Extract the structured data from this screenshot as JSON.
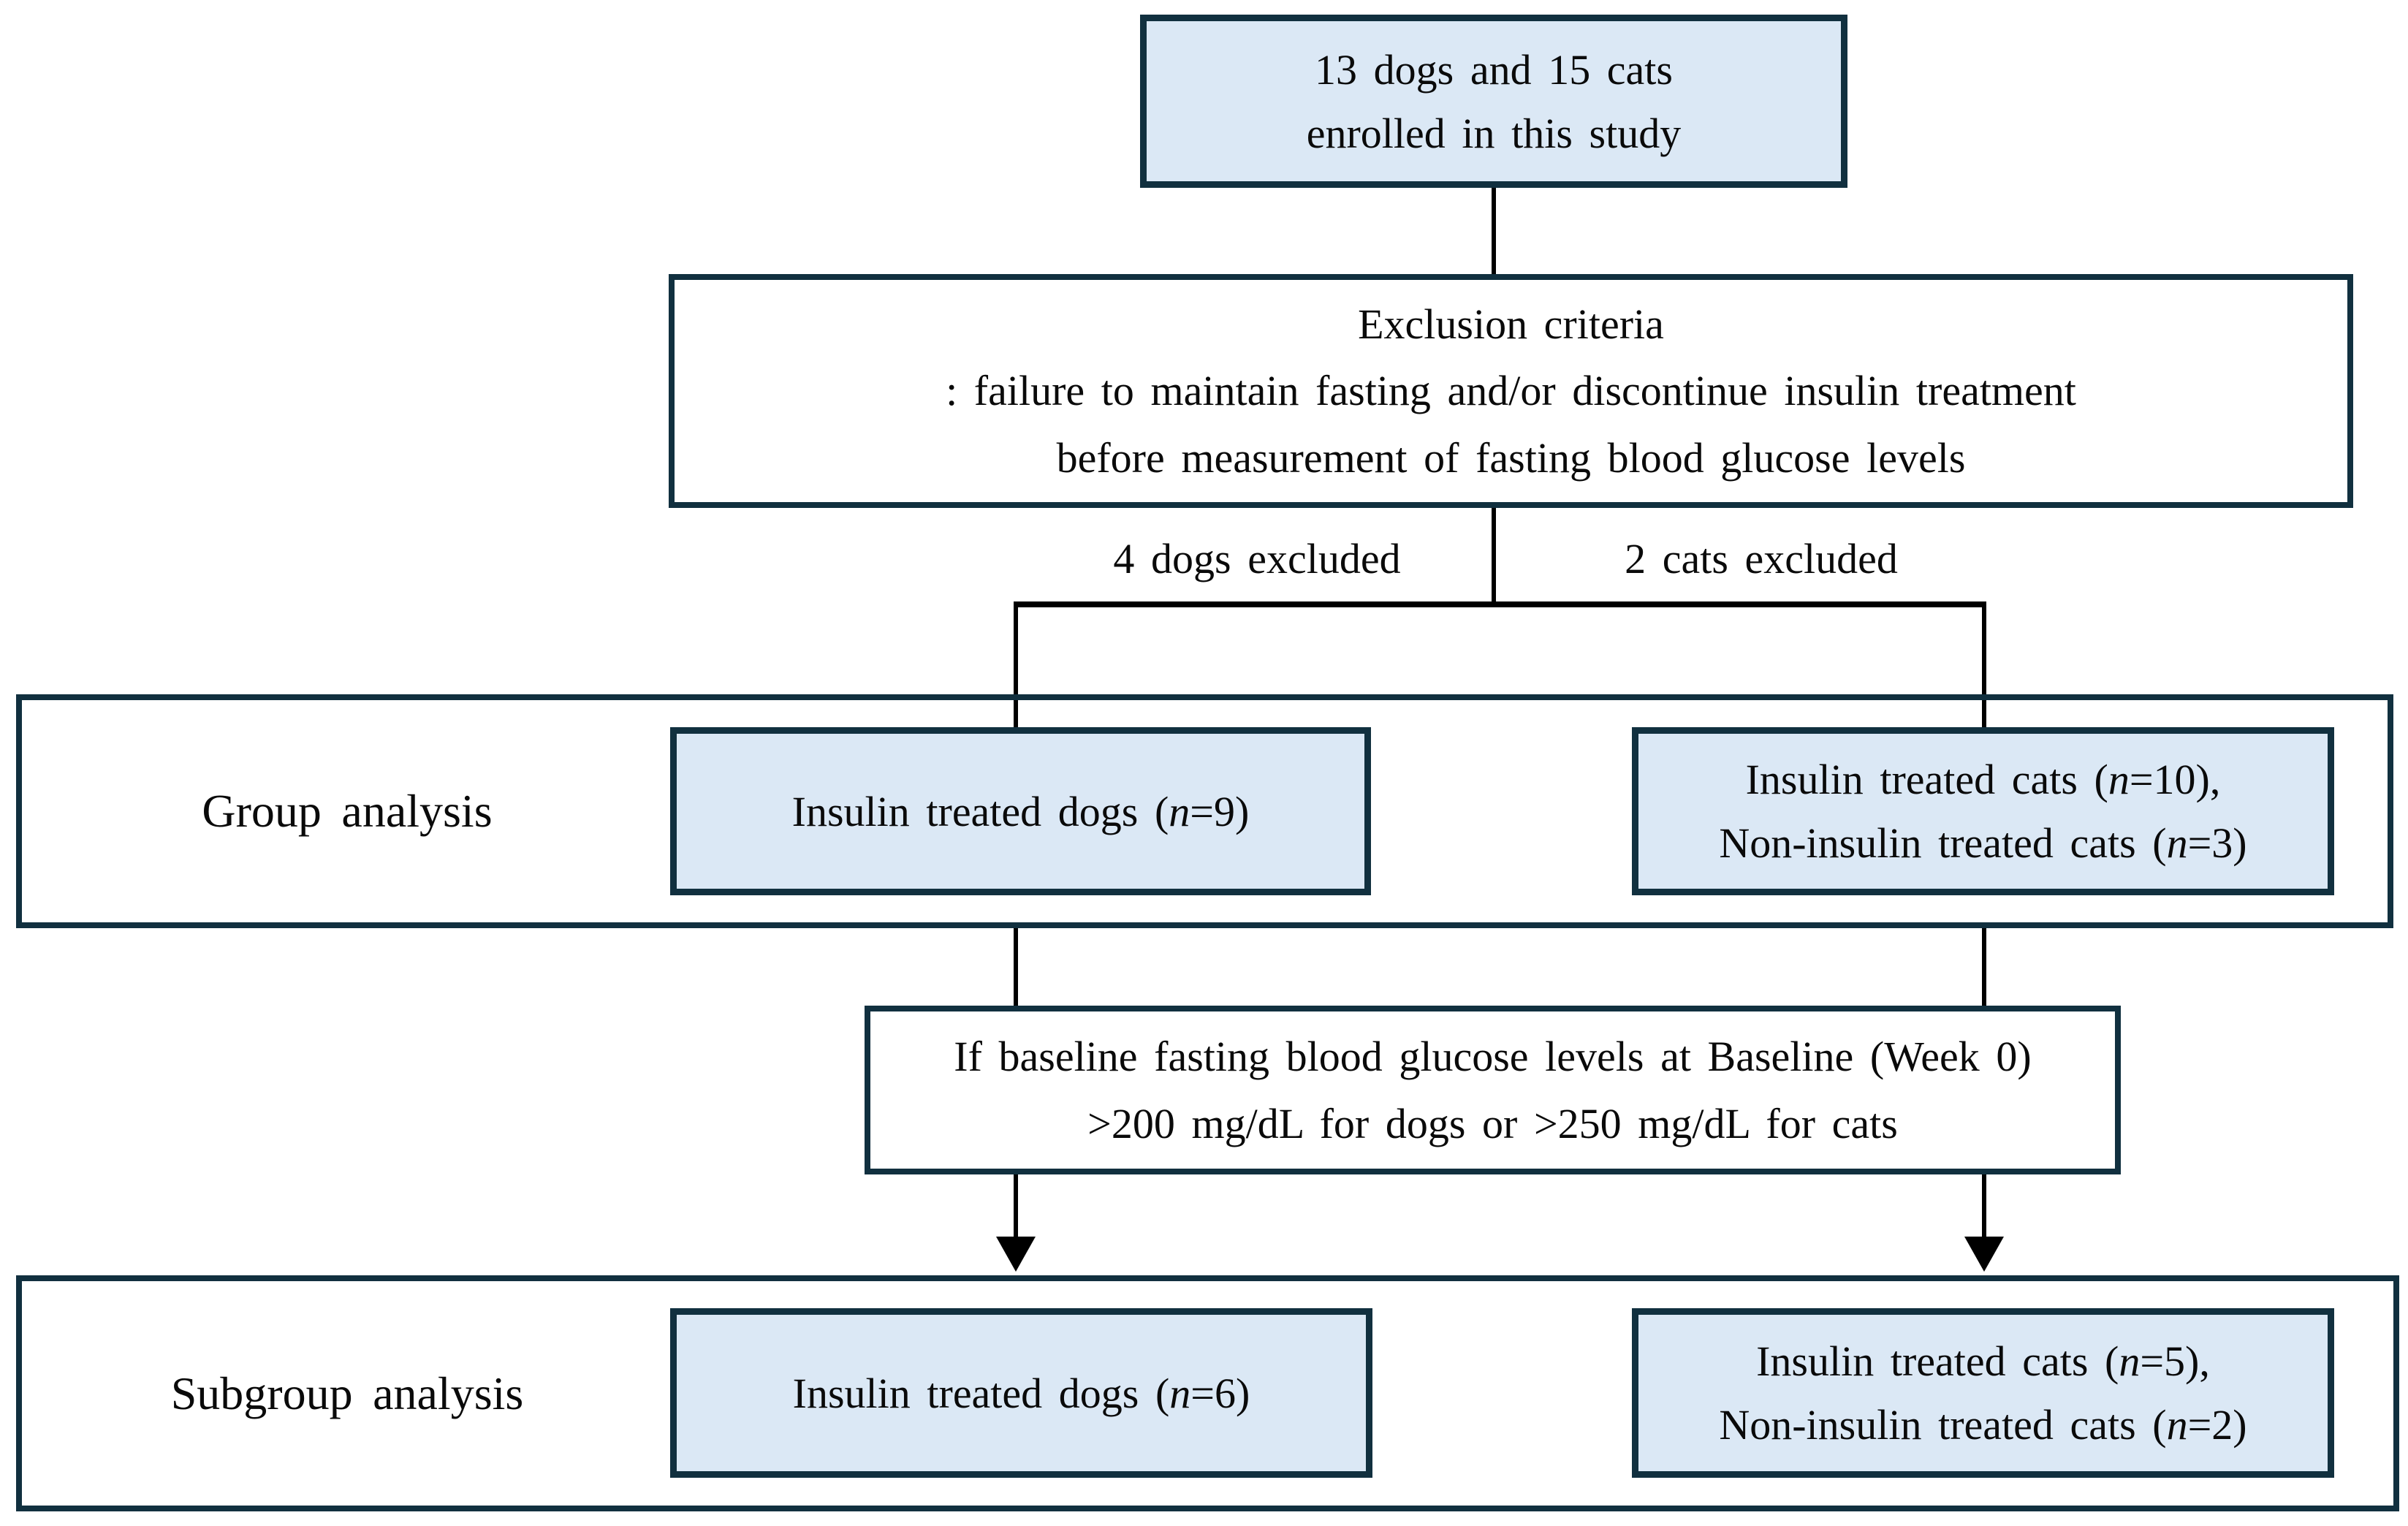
{
  "diagram": {
    "enrollment_box": {
      "line1": "13 dogs and 15 cats",
      "line2": "enrolled in this study"
    },
    "exclusion_box": {
      "line1": "Exclusion criteria",
      "line2": ": failure to maintain fasting and/or discontinue insulin treatment",
      "line3": "before measurement of fasting blood glucose levels"
    },
    "excluded_left_label": "4 dogs excluded",
    "excluded_right_label": "2 cats excluded",
    "group_row": {
      "label": "Group analysis",
      "dogs_box": {
        "pre": "Insulin treated dogs (",
        "var": "n",
        "post": "=9)"
      },
      "cats_box": {
        "line1": {
          "pre": "Insulin treated cats (",
          "var": "n",
          "post": "=10),"
        },
        "line2": {
          "pre": "Non-insulin treated cats (",
          "var": "n",
          "post": "=3)"
        }
      }
    },
    "condition_box": {
      "line1": "If baseline fasting blood glucose levels at Baseline (Week 0)",
      "line2": ">200 mg/dL for dogs or >250 mg/dL for cats"
    },
    "subgroup_row": {
      "label": "Subgroup analysis",
      "dogs_box": {
        "pre": "Insulin treated dogs (",
        "var": "n",
        "post": "=6)"
      },
      "cats_box": {
        "line1": {
          "pre": "Insulin treated cats (",
          "var": "n",
          "post": "=5),"
        },
        "line2": {
          "pre": "Non-insulin treated cats (",
          "var": "n",
          "post": "=2)"
        }
      }
    },
    "colors": {
      "box_fill": "#dbe8f5",
      "box_border": "#11303f",
      "connector": "#000000"
    }
  }
}
